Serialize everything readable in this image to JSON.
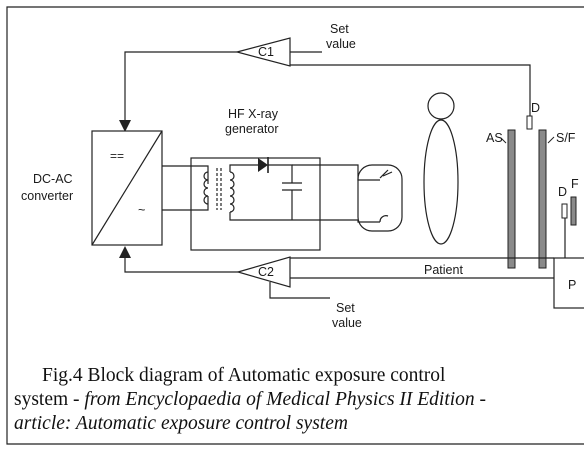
{
  "diagram": {
    "converter_label_1": "DC-AC",
    "converter_label_2": "converter",
    "generator_label_1": "HF X-ray",
    "generator_label_2": "generator",
    "comparator_top": "C1",
    "comparator_bottom": "C2",
    "setvalue_top_1": "Set",
    "setvalue_top_2": "value",
    "setvalue_bottom_1": "Set",
    "setvalue_bottom_2": "value",
    "patient_label": "Patient",
    "detector_label_top": "D",
    "detector_label_bottom": "D",
    "as_label": "AS",
    "sf_label": "S/F",
    "film_label": "F",
    "processor_label": "P",
    "dc_symbol": "==",
    "ac_symbol": "~"
  },
  "caption": {
    "line1": "Fig.4 Block diagram of Automatic exposure control",
    "line2_plain": "system - ",
    "line2_italic": "from Encyclopaedia of Medical Physics II Edition -",
    "line3_italic": "article:  Automatic exposure control system"
  }
}
